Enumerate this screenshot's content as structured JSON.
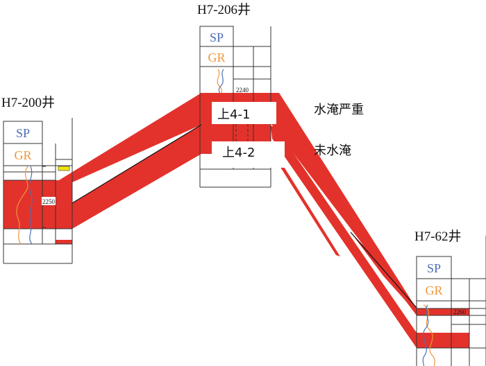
{
  "wells": [
    {
      "name": "H7-200井",
      "sp": "SP",
      "gr": "GR",
      "depth": "2250"
    },
    {
      "name": "H7-206井",
      "sp": "SP",
      "gr": "GR",
      "depth": "2240"
    },
    {
      "name": "H7-62井",
      "sp": "SP",
      "gr": "GR",
      "depth": "2260"
    }
  ],
  "layers": [
    {
      "label": "上4-1"
    },
    {
      "label": "上4-2"
    }
  ],
  "annotations": [
    {
      "text": "水淹严重"
    },
    {
      "text": "未水淹"
    }
  ],
  "colors": {
    "sand": "#e3322b",
    "sp_curve": "#4b6fb5",
    "gr_curve": "#f0963a",
    "marker": "#f2e600",
    "line": "#333333"
  }
}
